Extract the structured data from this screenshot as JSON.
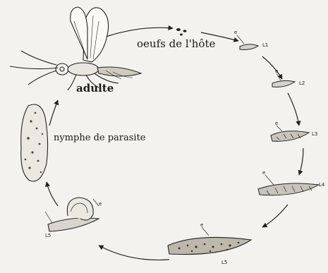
{
  "labels": {
    "host_eggs": "oeufs de l'hôte",
    "adult": "adulte",
    "parasite_nymph": "nymphe de parasite"
  },
  "stage_codes": {
    "L1": "L1",
    "L2": "L2",
    "L3": "L3",
    "L4": "L4",
    "L5_host": "L5",
    "L5_parasite": "L5",
    "e1": "e",
    "e2": "e",
    "e3": "e",
    "e4": "e",
    "e5": "e",
    "e6": "e"
  }
}
